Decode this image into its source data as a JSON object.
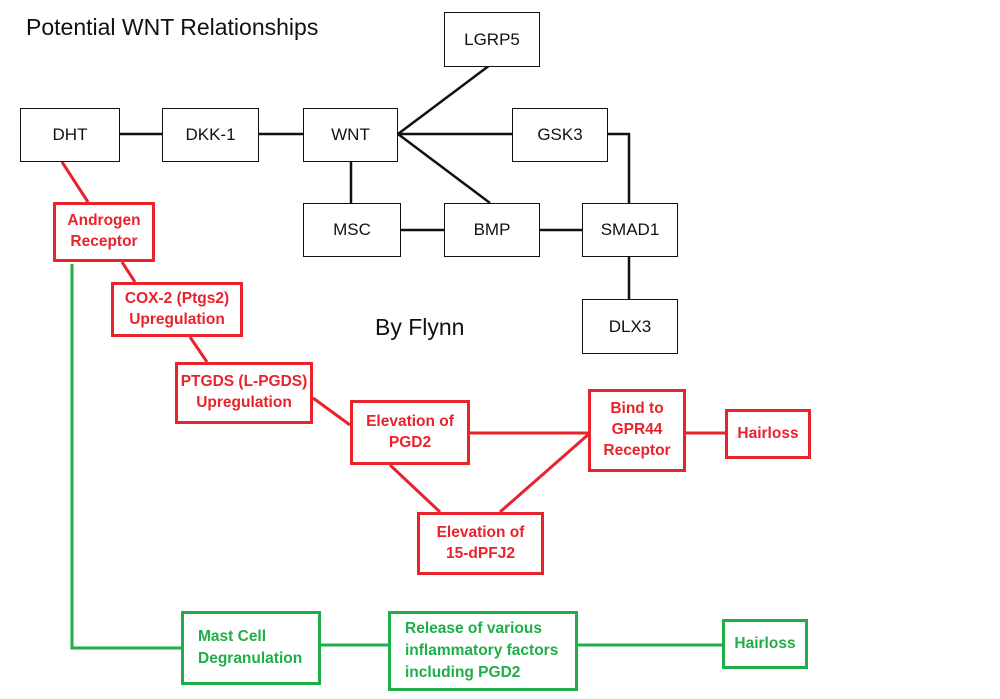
{
  "title": "Potential WNT Relationships",
  "author": "By Flynn",
  "colors": {
    "black": "#111111",
    "red": "#e8232b",
    "green": "#1fae48"
  },
  "nodes": {
    "dht": "DHT",
    "dkk1": "DKK-1",
    "wnt": "WNT",
    "lgrp5": "LGRP5",
    "gsk3": "GSK3",
    "msc": "MSC",
    "bmp": "BMP",
    "smad1": "SMAD1",
    "dlx3": "DLX3",
    "androgen": "Androgen\nReceptor",
    "cox2": "COX-2 (Ptgs2)\nUpregulation",
    "ptgds": "PTGDS (L-PGDS)\nUpregulation",
    "pgd2": "Elevation of\nPGD2",
    "gpr44": "Bind  to\nGPR44\nReceptor",
    "hairloss_red": "Hairloss",
    "dpfj2": "Elevation of\n15-dPFJ2",
    "mast": "Mast Cell\nDegranulation",
    "release": "Release of various\ninflammatory factors\nincluding PGD2",
    "hairloss_green": "Hairloss"
  }
}
